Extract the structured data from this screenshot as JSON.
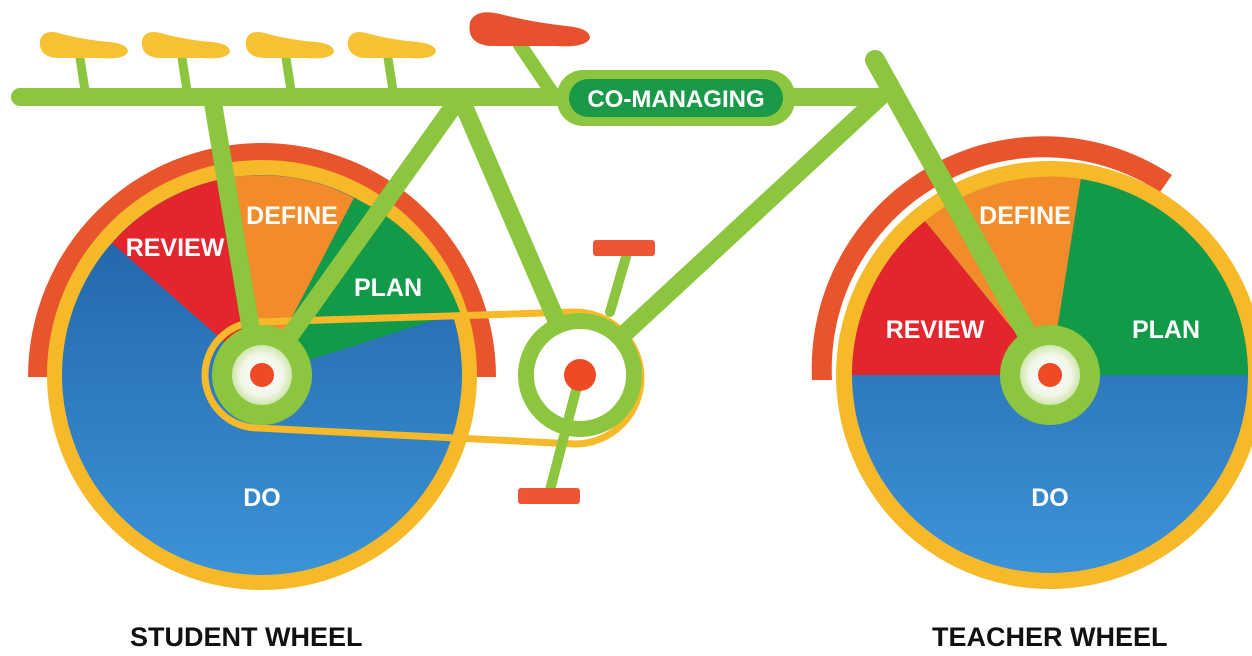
{
  "frame_label": "CO-MANAGING",
  "student_wheel": {
    "caption": "STUDENT WHEEL",
    "segments": {
      "define": "DEFINE",
      "plan": "PLAN",
      "review": "REVIEW",
      "do": "DO"
    }
  },
  "teacher_wheel": {
    "caption": "TEACHER WHEEL",
    "segments": {
      "define": "DEFINE",
      "plan": "PLAN",
      "review": "REVIEW",
      "do": "DO"
    }
  },
  "colors": {
    "frame": "#8cc63f",
    "frame_label_bg": "#1a9a49",
    "seat_yellow": "#f6c233",
    "seat_red": "#e8512f",
    "fender": "#e8552c",
    "rim": "#f5b92a",
    "define": "#f28c2a",
    "plan": "#129a49",
    "review": "#e3262d",
    "do": "#2a7dc6",
    "hub": "#ef4a24",
    "pedal": "#ee5533"
  }
}
